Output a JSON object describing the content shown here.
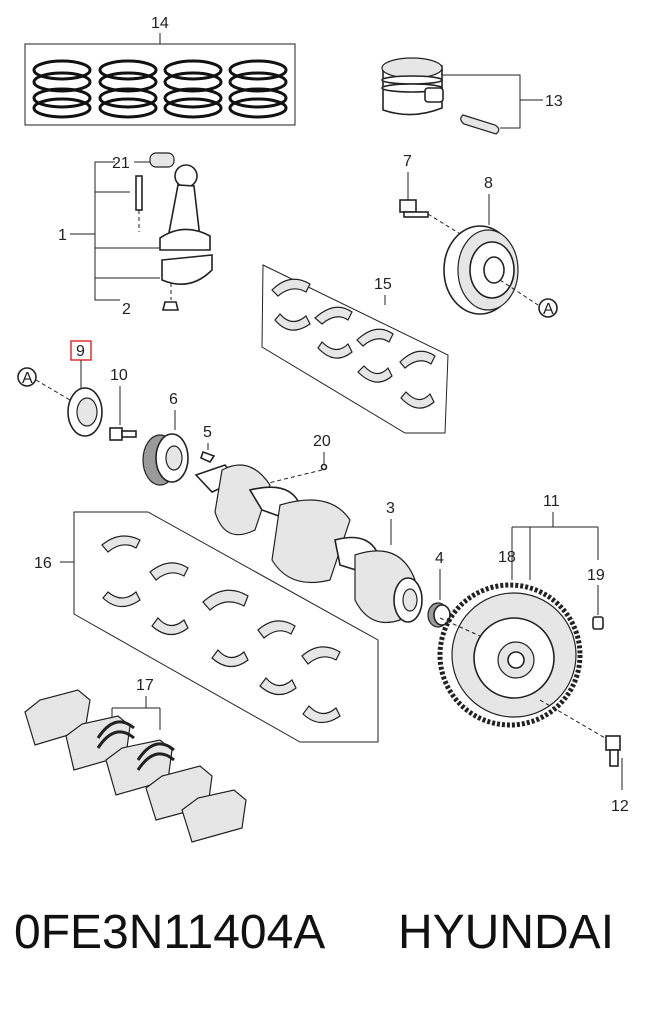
{
  "diagram": {
    "callouts": {
      "c1": "1",
      "c2": "2",
      "c3": "3",
      "c4": "4",
      "c5": "5",
      "c6": "6",
      "c7": "7",
      "c8": "8",
      "c9": "9",
      "c10": "10",
      "c11": "11",
      "c12": "12",
      "c13": "13",
      "c14": "14",
      "c15": "15",
      "c16": "16",
      "c17": "17",
      "c18": "18",
      "c19": "19",
      "c20": "20",
      "c21": "21"
    },
    "ref_marker": "A",
    "highlighted_callout": "9",
    "colors": {
      "highlight": "#e03030",
      "line": "#222222"
    }
  },
  "caption": {
    "part_number": "0FE3N11404A",
    "brand": "HYUNDAI"
  }
}
